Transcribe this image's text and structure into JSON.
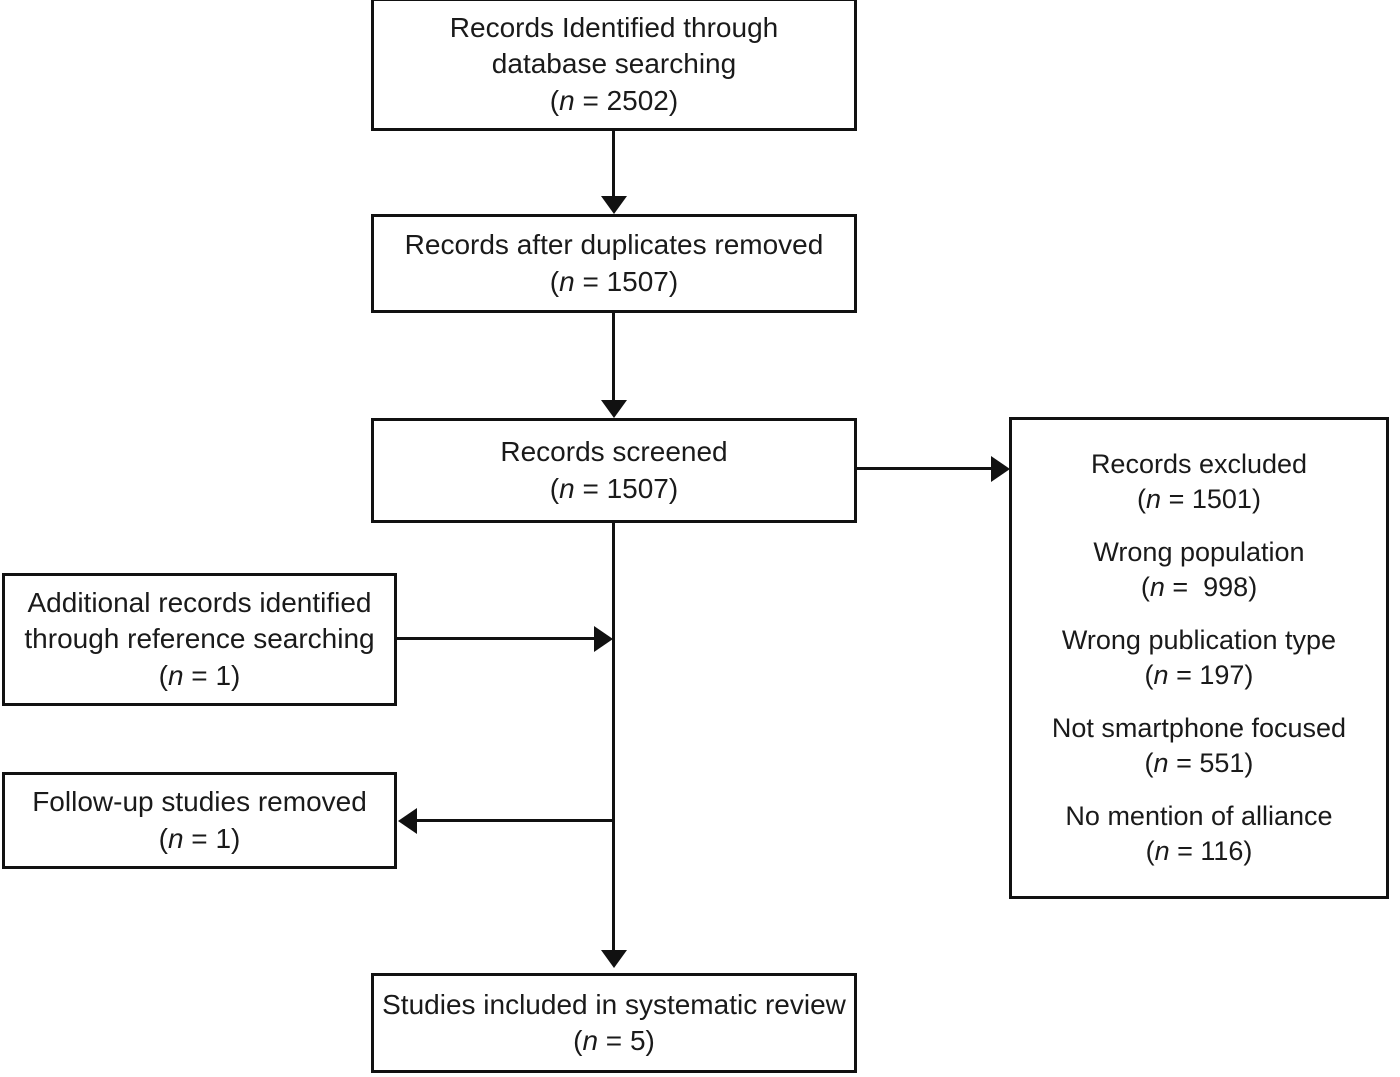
{
  "diagram": {
    "type": "prisma-flow-diagram",
    "title": "PRISMA study selection flow diagram",
    "line_color": "#111111",
    "background": "#ffffff"
  },
  "nodes": {
    "identified": {
      "name": "records-identified",
      "lines": [
        "Records Identified through",
        "database searching"
      ],
      "count_prefix": "(",
      "count_var": "n",
      "count_eq": " = ",
      "count_value": "2502",
      "count_suffix": ")",
      "count_text": "(n = 2502)",
      "n": 2502
    },
    "duplicates_removed": {
      "name": "records-after-duplicates-removed",
      "lines": [
        "Records after duplicates removed"
      ],
      "count_text": "(n = 1507)",
      "n": 1507
    },
    "screened": {
      "name": "records-screened",
      "lines": [
        "Records screened"
      ],
      "count_text": "(n = 1507)",
      "n": 1507
    },
    "additional_records": {
      "name": "additional-records-identified",
      "lines": [
        "Additional records identified",
        "through reference searching"
      ],
      "count_text": "(n = 1)",
      "n": 1
    },
    "followup_removed": {
      "name": "follow-up-studies-removed",
      "lines": [
        "Follow-up studies removed"
      ],
      "count_text": "(n = 1)",
      "n": 1
    },
    "included": {
      "name": "studies-included",
      "lines": [
        "Studies included in systematic review"
      ],
      "count_text": "(n = 5)",
      "n": 5
    },
    "excluded": {
      "name": "records-excluded",
      "groups": [
        {
          "label": "Records excluded",
          "count_text": "(n = 1501)",
          "n": 1501
        },
        {
          "label": "Wrong population",
          "count_text": "(n =  998)",
          "n": 998
        },
        {
          "label": "Wrong publication type",
          "count_text": "(n = 197)",
          "n": 197
        },
        {
          "label": "Not smartphone focused",
          "count_text": "(n = 551)",
          "n": 551
        },
        {
          "label": "No mention of alliance",
          "count_text": "(n = 116)",
          "n": 116
        }
      ]
    }
  },
  "edges": [
    {
      "name": "edge-identified-to-duplicates",
      "from": "identified",
      "to": "duplicates_removed",
      "direction": "down"
    },
    {
      "name": "edge-duplicates-to-screened",
      "from": "duplicates_removed",
      "to": "screened",
      "direction": "down"
    },
    {
      "name": "edge-screened-to-excluded",
      "from": "screened",
      "to": "excluded",
      "direction": "right"
    },
    {
      "name": "edge-additional-to-spine",
      "from": "additional_records",
      "to": "spine",
      "direction": "right"
    },
    {
      "name": "edge-spine-to-followup",
      "from": "spine",
      "to": "followup_removed",
      "direction": "left"
    },
    {
      "name": "edge-screened-to-included",
      "from": "screened",
      "to": "included",
      "direction": "down"
    }
  ]
}
